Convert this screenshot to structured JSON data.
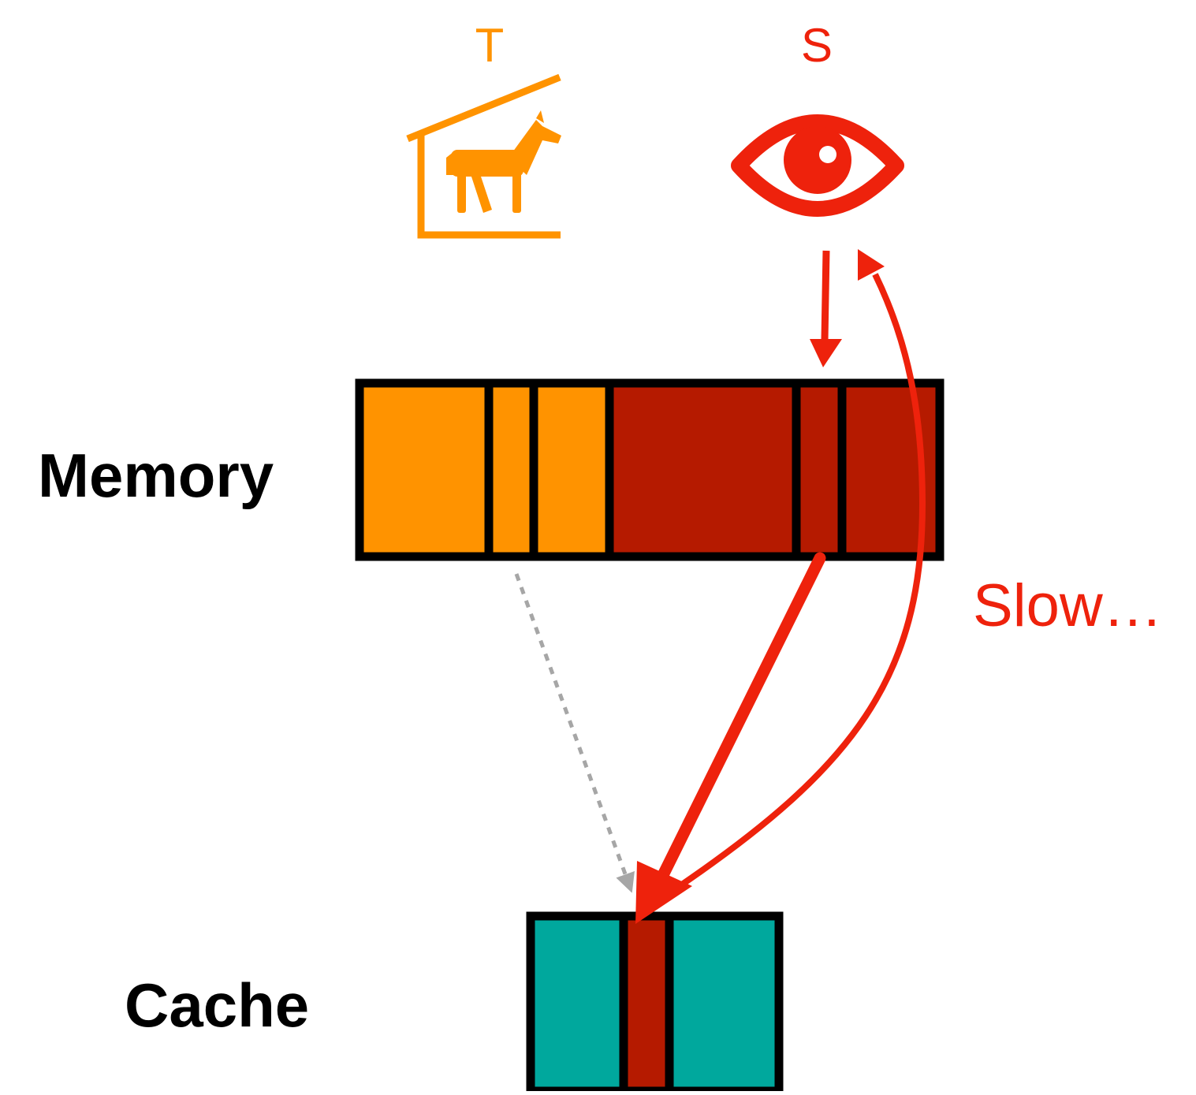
{
  "actors": {
    "trojan": {
      "label": "T",
      "icon": "horse-in-stable-icon",
      "color": "#FF9300"
    },
    "spy": {
      "label": "S",
      "icon": "eye-icon",
      "color": "#EE220C"
    }
  },
  "memory": {
    "label": "Memory",
    "colors": {
      "trojan": "#FF9300",
      "spy": "#B51A00",
      "border": "#000000"
    }
  },
  "cache": {
    "label": "Cache",
    "colors": {
      "free": "#00A89D",
      "occupied": "#B51A00",
      "border": "#000000"
    }
  },
  "annotation": {
    "slow": "Slow…"
  },
  "arrows": {
    "access_color": "#EE220C",
    "trojan_eviction_color": "#A6A6A6"
  }
}
